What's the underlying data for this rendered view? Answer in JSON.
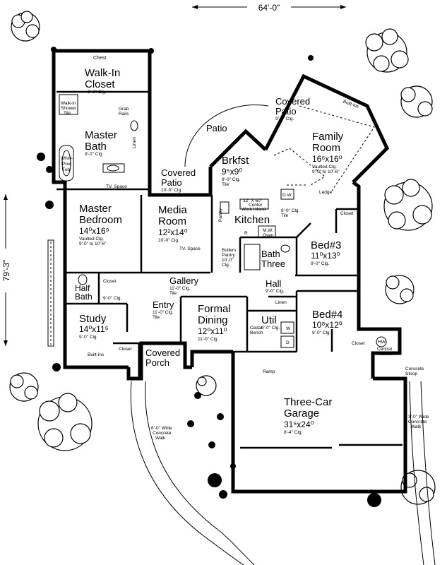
{
  "overall": {
    "width_label": "64'-0\"",
    "depth_label": "79'-3\""
  },
  "rooms": {
    "walk_in_closet": {
      "name_line1": "Walk-In",
      "name_line2": "Closet",
      "note": "9'-0\" Clg."
    },
    "chest": {
      "label": "Chest"
    },
    "walk_in_shower": {
      "label_line1": "Walk-in",
      "label_line2": "Shower",
      "label_line3": "Tile"
    },
    "grab_rails": {
      "label_line1": "Grab",
      "label_line2": "Rails"
    },
    "master_bath": {
      "name_line1": "Master",
      "name_line2": "Bath",
      "note": "9'-0\" Clg."
    },
    "linen_master": {
      "label": "Linen"
    },
    "whirlpool": {
      "label_line1": "Whirl-",
      "label_line2": "Pool",
      "label_line3": "Tub"
    },
    "tv_space_master": {
      "label": "TV. Space"
    },
    "master_bedroom": {
      "name_line1": "Master",
      "name_line2": "Bedroom",
      "dims": "14⁰x16⁹",
      "note1": "Vaulted Clg.",
      "note2": "9'-0\" to 10'-6\""
    },
    "covered_patio_1": {
      "name_line1": "Covered",
      "name_line2": "Patio",
      "note": "10'-0\" Clg."
    },
    "patio": {
      "name": "Patio"
    },
    "covered_patio_2": {
      "name_line1": "Covered",
      "name_line2": "Patio",
      "note": "9'-0\" Clg."
    },
    "built_ins_family": {
      "label": "Built-ins"
    },
    "family_room": {
      "name_line1": "Family",
      "name_line2": "Room",
      "dims": "16⁶x16⁰",
      "note1": "Vaulted Clg.",
      "note2": "9'-0\" to 10'-6\""
    },
    "brkfst": {
      "name": "Brkfst",
      "dims": "9⁵x9⁰",
      "note1": "9'-0\" Clg.",
      "note2": "Tile"
    },
    "dw": {
      "label": "D.W."
    },
    "ledge": {
      "label": "Ledge"
    },
    "center_island": {
      "line1": "32\" X 60\"",
      "line2": "Center",
      "line3": "Work Island"
    },
    "kitchen_note": {
      "line1": "9'-0\" Clg.",
      "line2": "Tile"
    },
    "kitchen": {
      "name": "Kitchen"
    },
    "pantry": {
      "label": "Pantry"
    },
    "refrigerator": {
      "label": "R"
    },
    "mw_oven": {
      "line1": "M.W.",
      "line2": "Oven"
    },
    "media_room": {
      "name_line1": "Media",
      "name_line2": "Room",
      "dims": "12²x14⁰",
      "note": "10'-0\" Clg."
    },
    "tv_space_media": {
      "label": "TV. Space"
    },
    "closet_bed3": {
      "label": "Closet"
    },
    "bed3": {
      "name": "Bed#3",
      "dims": "11⁰x13⁰",
      "note": "9'-0\" Clg."
    },
    "butlers_pantry": {
      "line1": "Butlers",
      "line2": "Pantry",
      "line3": "10'-0\"",
      "line4": "Clg."
    },
    "bath_three": {
      "name_line1": "Bath",
      "name_line2": "Three"
    },
    "half_bath": {
      "name_line1": "Half",
      "name_line2": "Bath"
    },
    "closet_half": {
      "label": "Closet"
    },
    "gallery": {
      "name": "Gallery",
      "note1": "11'-0\" Clg.",
      "note2": "Tile"
    },
    "hall": {
      "name": "Hall",
      "note": "9'-0\" Clg."
    },
    "half_bath_note": {
      "label": "9'-0\" Clg."
    },
    "linen_hall": {
      "label": "Linen"
    },
    "study": {
      "name": "Study",
      "dims": "14⁰x11⁶",
      "note": "9'-0\" Clg."
    },
    "entry": {
      "name": "Entry",
      "note1": "11'-0\" Clg.",
      "note2": "Tile"
    },
    "formal_dining": {
      "name_line1": "Formal",
      "name_line2": "Dining",
      "dims": "12⁰x11⁰",
      "note": "11'-0\" Clg."
    },
    "util": {
      "name": "Util",
      "note": "9'-0\" Clg."
    },
    "cedar_bench": {
      "line1": "Cedar",
      "line2": "Bench"
    },
    "bed4": {
      "name": "Bed#4",
      "dims": "10⁸x12⁰",
      "note": "9'-0\" Clg."
    },
    "closet_bed4": {
      "label": "Closet"
    },
    "hw": {
      "label": "HW"
    },
    "central_vacuum": {
      "line1": "Central",
      "line2": "Vacuum"
    },
    "built_ins_study": {
      "label": "Built-ins"
    },
    "closet_study": {
      "label": "Closet"
    },
    "covered_porch": {
      "name_line1": "Covered",
      "name_line2": "Porch"
    },
    "ramp": {
      "label": "Ramp"
    },
    "concrete_stoop": {
      "line1": "Concrete",
      "line2": "Stoop"
    },
    "garage": {
      "name_line1": "Three-Car",
      "name_line2": "Garage",
      "dims": "31⁶x24⁰",
      "note": "8'-4\" Clg."
    },
    "walk_front": {
      "line1": "6'-0\" Wide",
      "line2": "Concrete",
      "line3": "Walk"
    },
    "walk_side": {
      "line1": "3'-0\" Wide",
      "line2": "Concrete",
      "line3": "Walk"
    },
    "washer": {
      "label": "W"
    },
    "dryer": {
      "label": "D"
    }
  }
}
